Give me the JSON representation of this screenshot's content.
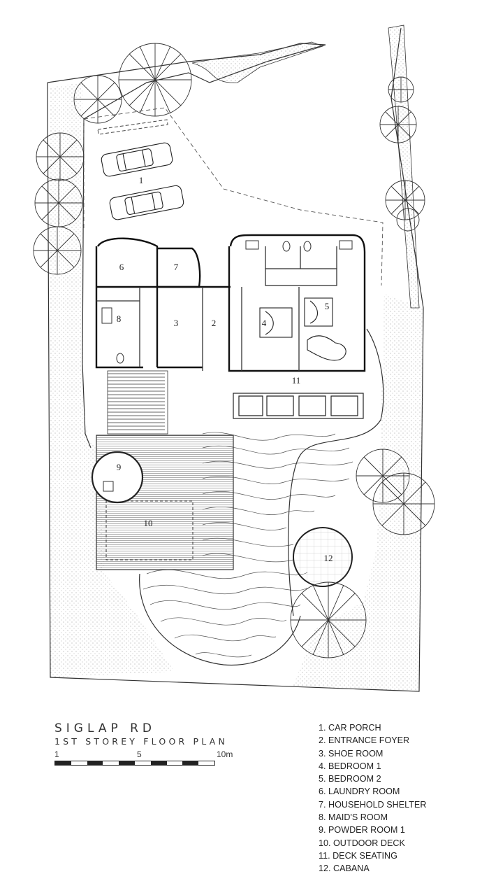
{
  "plan": {
    "room_numbers": [
      "1",
      "2",
      "3",
      "4",
      "5",
      "6",
      "7",
      "8",
      "9",
      "10",
      "11",
      "12"
    ]
  },
  "caption": {
    "title": "SIGLAP RD",
    "subtitle": "1ST STOREY FLOOR PLAN",
    "scale_labels": [
      "1",
      "5",
      "10m"
    ]
  },
  "legend": [
    "1.   CAR PORCH",
    "2.   ENTRANCE FOYER",
    "3.   SHOE ROOM",
    "4.   BEDROOM 1",
    "5.   BEDROOM 2",
    "6.   LAUNDRY ROOM",
    "7.   HOUSEHOLD SHELTER",
    "8.   MAID'S ROOM",
    "9.   POWDER ROOM 1",
    "10. OUTDOOR DECK",
    "11. DECK SEATING",
    "12. CABANA"
  ]
}
